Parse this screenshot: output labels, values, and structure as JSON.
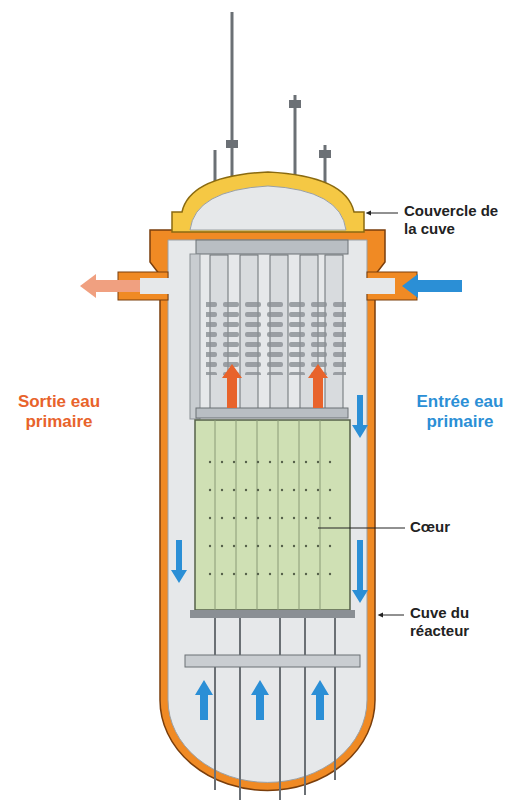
{
  "diagram": {
    "labels": [
      "Couvercle de la cuve",
      "Sortie eau primaire",
      "Entrée eau primaire",
      "Cœur",
      "Cuve du réacteur"
    ]
  }
}
